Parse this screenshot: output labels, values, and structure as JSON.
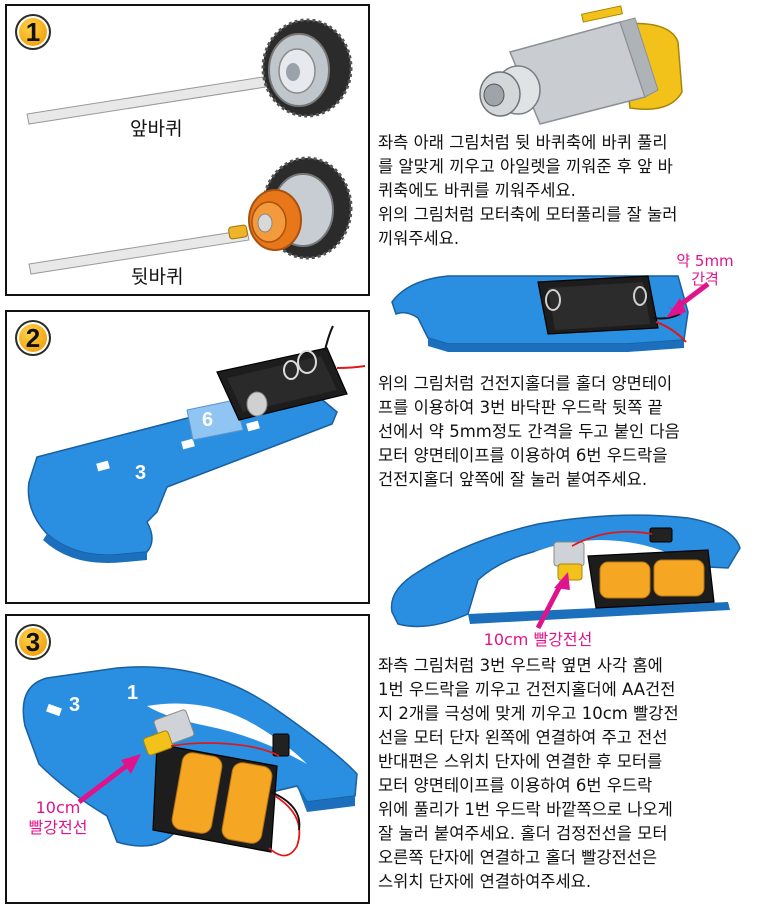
{
  "step1": {
    "badge": "1",
    "front_wheel_label": "앞바퀴",
    "rear_wheel_label": "뒷바퀴"
  },
  "step2": {
    "badge": "2",
    "board_number_6": "6",
    "board_number_3": "3"
  },
  "step3": {
    "badge": "3",
    "board_number_3": "3",
    "board_number_1": "1",
    "wire_label_line1": "10cm",
    "wire_label_line2": "빨강전선"
  },
  "text1": {
    "paragraph": "좌측 아래 그림처럼 뒷 바퀴축에 바퀴 풀리\n를 알맞게 끼우고 아일렛을 끼워준 후 앞 바\n퀴축에도 바퀴를 끼워주세요.\n위의 그림처럼 모터축에 모터풀리를 잘 눌러\n끼워주세요."
  },
  "callout_gap": {
    "line1": "약 5mm",
    "line2": "간격"
  },
  "text2": {
    "paragraph": "위의 그림처럼 건전지홀더를 홀더 양면테이\n프를 이용하여 3번 바닥판 우드락 뒷쪽 끝\n선에서 약 5mm정도 간격을 두고 붙인 다음\n모터 양면테이프를 이용하여 6번 우드락을\n건전지홀더 앞쪽에 잘 눌러 붙여주세요."
  },
  "callout_wire": {
    "label": "10cm 빨강전선"
  },
  "text3": {
    "paragraph": "좌측 그림처럼 3번 우드락 옆면 사각 홈에\n1번 우드락을 끼우고 건전지홀더에 AA건전\n지 2개를 극성에 맞게 끼우고 10cm 빨강전\n선을 모터 단자 왼쪽에 연결하여 주고 전선\n반대편은 스위치 단자에 연결한 후 모터를\n모터 양면테이프를 이용하여 6번 우드락\n위에 풀리가 1번 우드락 바깥쪽으로 나오게\n잘 눌러 붙여주세요. 홀더 검정전선을 모터\n오른쪽 단자에 연결하고 홀더 빨강전선은\n스위치 단자에 연결하여주세요."
  },
  "colors": {
    "board_blue": "#2a8fe0",
    "battery_orange": "#f5a623",
    "accent_magenta": "#e0138c",
    "badge_yellow": "#f2a20c"
  }
}
